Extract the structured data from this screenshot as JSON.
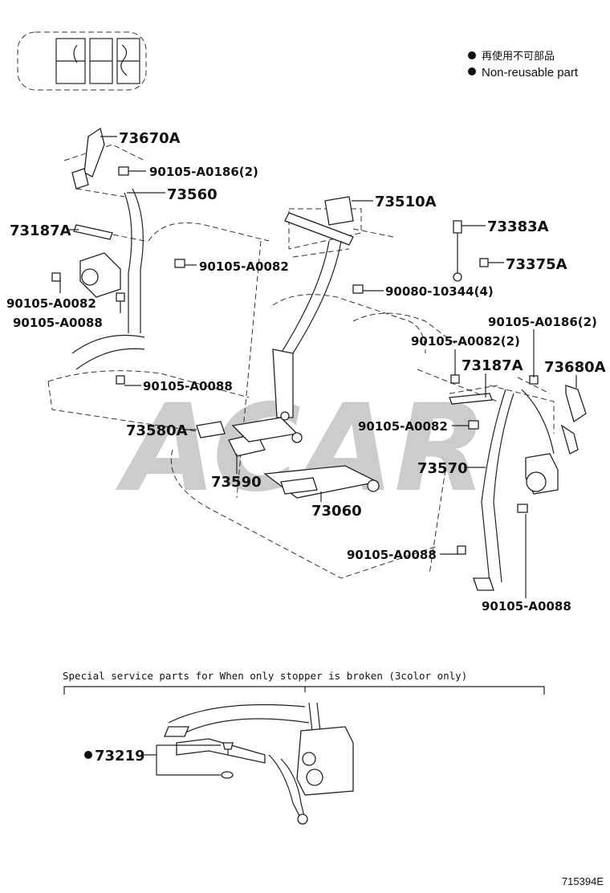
{
  "legend": {
    "jp": "再使用不可部品",
    "en": "Non-reusable part"
  },
  "parts": [
    {
      "id": "p1",
      "label": "73670A"
    },
    {
      "id": "p2",
      "label": "90105-A0186(2)"
    },
    {
      "id": "p3",
      "label": "73560"
    },
    {
      "id": "p4",
      "label": "73187A"
    },
    {
      "id": "p5",
      "label": "90105-A0082"
    },
    {
      "id": "p6",
      "label": "90105-A0082"
    },
    {
      "id": "p7",
      "label": "90105-A0088"
    },
    {
      "id": "p8",
      "label": "90105-A0088"
    },
    {
      "id": "p9",
      "label": "73510A"
    },
    {
      "id": "p10",
      "label": "73383A"
    },
    {
      "id": "p11",
      "label": "73375A"
    },
    {
      "id": "p12",
      "label": "90080-10344(4)"
    },
    {
      "id": "p13",
      "label": "90105-A0186(2)"
    },
    {
      "id": "p14",
      "label": "90105-A0082(2)"
    },
    {
      "id": "p15",
      "label": "73187A"
    },
    {
      "id": "p16",
      "label": "73680A"
    },
    {
      "id": "p17",
      "label": "90105-A0082"
    },
    {
      "id": "p18",
      "label": "73580A"
    },
    {
      "id": "p19",
      "label": "73570"
    },
    {
      "id": "p20",
      "label": "73590"
    },
    {
      "id": "p21",
      "label": "73060"
    },
    {
      "id": "p22",
      "label": "90105-A0088"
    },
    {
      "id": "p23",
      "label": "90105-A0088"
    }
  ],
  "service_note": "Special  service parts  for  When  only  stopper  is  broken  (3color only)",
  "service_part": "73219",
  "watermark": "ACAR",
  "figure_number": "715394E"
}
